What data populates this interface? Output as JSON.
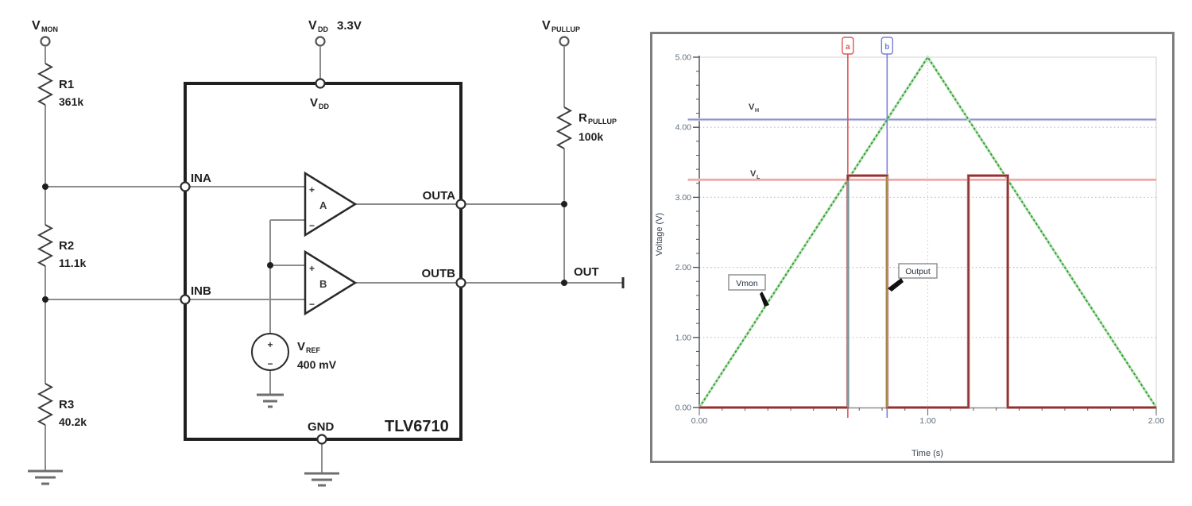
{
  "circuit": {
    "vmon": {
      "main": "V",
      "sub": "MON"
    },
    "vdd_supply": {
      "main": "V",
      "sub": "DD",
      "value": "3.3V"
    },
    "vpullup": {
      "main": "V",
      "sub": "PULLUP"
    },
    "r1": {
      "name": "R1",
      "value": "361k"
    },
    "r2": {
      "name": "R2",
      "value": "11.1k"
    },
    "r3": {
      "name": "R3",
      "value": "40.2k"
    },
    "rpullup": {
      "main": "R",
      "sub": "PULLUP",
      "value": "100k"
    },
    "pin_ina": "INA",
    "pin_inb": "INB",
    "pin_outa": "OUTA",
    "pin_outb": "OUTB",
    "pin_vdd": {
      "main": "V",
      "sub": "DD"
    },
    "pin_gnd": "GND",
    "chip_name": "TLV6710",
    "comp_a": "A",
    "comp_b": "B",
    "plus": "+",
    "minus": "−",
    "vref": {
      "main": "V",
      "sub": "REF",
      "value": "400 mV"
    },
    "out": "OUT"
  },
  "chart_data": {
    "type": "line",
    "title": "",
    "xlabel": "Time (s)",
    "ylabel": "Voltage (V)",
    "xlim": [
      0,
      2
    ],
    "ylim": [
      0,
      5
    ],
    "grid": "dotted",
    "x_ticks": [
      0,
      1,
      2
    ],
    "x_tick_labels": [
      "0.00",
      "1.00",
      "2.00"
    ],
    "y_ticks": [
      0,
      1,
      2,
      3,
      4,
      5
    ],
    "y_tick_labels": [
      "0.00",
      "1.00",
      "2.00",
      "3.00",
      "4.00",
      "5.00"
    ],
    "series": [
      {
        "name": "Vmon",
        "color": "#2f9e2f",
        "halo": "#bde4bd",
        "dash": "3 2.5",
        "x": [
          0,
          1,
          2
        ],
        "y": [
          0,
          5,
          0
        ]
      },
      {
        "name": "VH",
        "label_main": "V",
        "label_sub": "H",
        "color": "#8d8fd0",
        "halo": "#dcdcf0",
        "x": [
          -0.05,
          2
        ],
        "y": [
          4.11,
          4.11
        ]
      },
      {
        "name": "VL",
        "label_main": "V",
        "label_sub": "L",
        "color": "#ef9898",
        "halo": "#f9d4d4",
        "x": [
          -0.05,
          2
        ],
        "y": [
          3.25,
          3.25
        ]
      },
      {
        "name": "Output",
        "color": "#8b3434",
        "halo": "#cf9494",
        "x": [
          0,
          0.65,
          0.65,
          0.822,
          0.822,
          1.178,
          1.178,
          1.35,
          1.35,
          2
        ],
        "y": [
          0,
          0,
          3.31,
          3.31,
          0,
          0,
          3.31,
          3.31,
          0,
          0
        ]
      }
    ],
    "cursors": [
      {
        "label": "a",
        "x": 0.65,
        "color": "#e05555",
        "edge_color": "#62a7ae",
        "edge_top": 3.25
      },
      {
        "label": "b",
        "x": 0.822,
        "color": "#7b7fd4",
        "edge_color": "#a39a49",
        "edge_top": 3.31
      }
    ],
    "annotations": [
      {
        "text": "Vmon"
      },
      {
        "text": "Output"
      }
    ]
  }
}
